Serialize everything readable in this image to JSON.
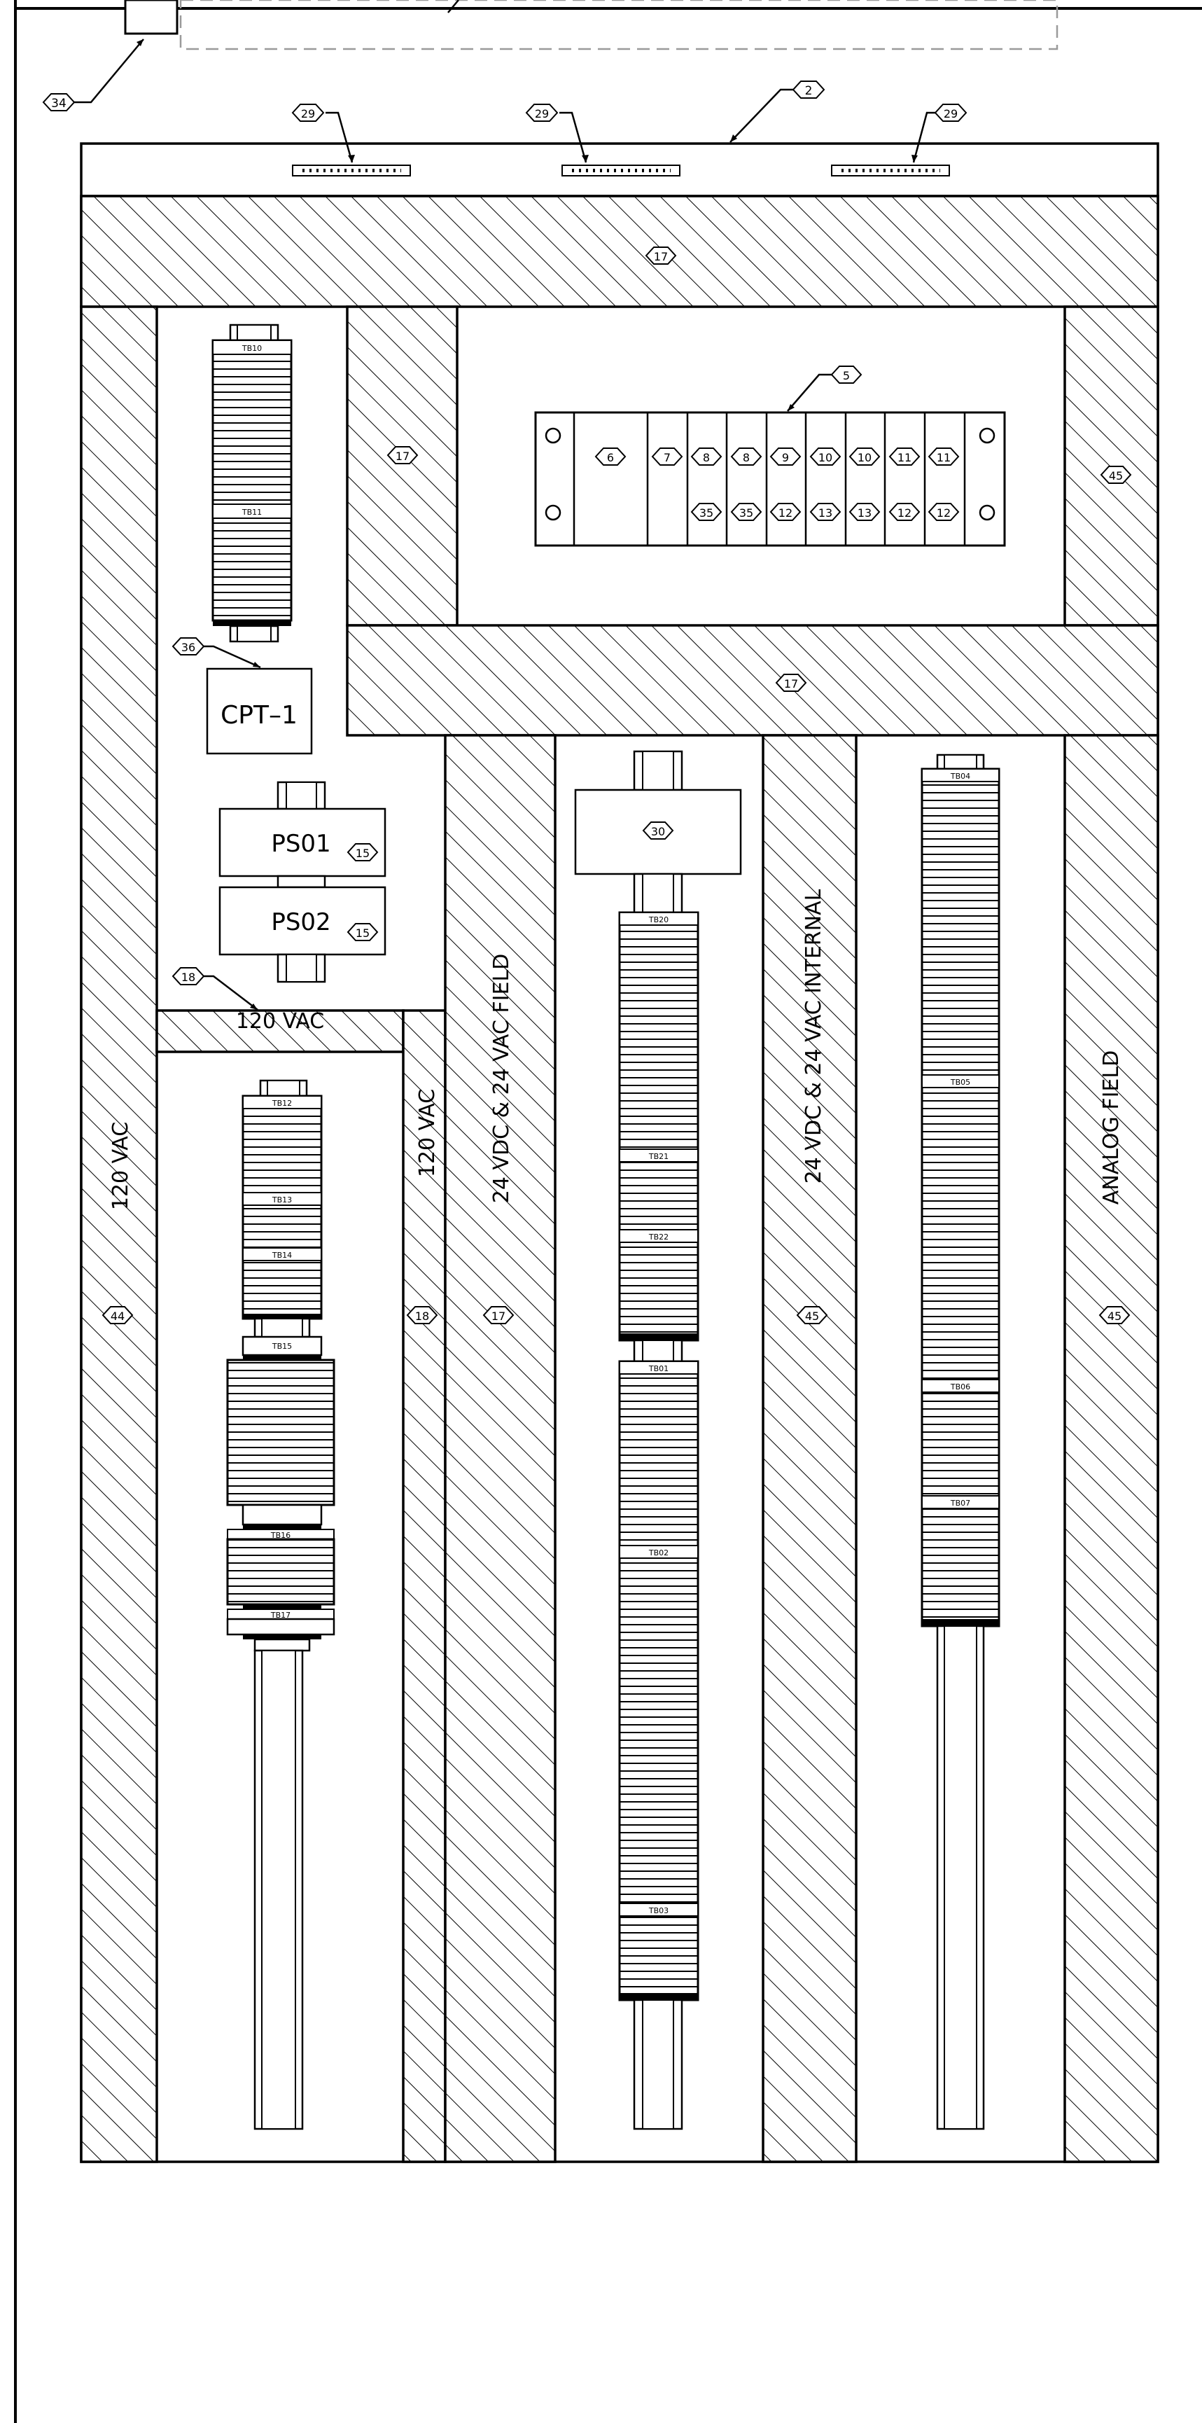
{
  "colors": {
    "line": "#000000",
    "background": "#ffffff",
    "hidden_line": "#9a9a9a"
  },
  "callouts": {
    "c34": "34",
    "c2": "2",
    "c29a": "29",
    "c29b": "29",
    "c29c": "29",
    "c17_top": "17",
    "c17_left": "17",
    "c17_mid": "17",
    "c17_field": "17",
    "c45_right_top": "45",
    "c45_internal": "45",
    "c45_analog": "45",
    "c5": "5",
    "c6": "6",
    "c7": "7",
    "c8a": "8",
    "c8b": "8",
    "c9": "9",
    "c10a": "10",
    "c10b": "10",
    "c11a": "11",
    "c11b": "11",
    "c35a": "35",
    "c35b": "35",
    "c12a": "12",
    "c13a": "13",
    "c13b": "13",
    "c12b": "12",
    "c12c": "12",
    "c36": "36",
    "c15a": "15",
    "c15b": "15",
    "c18_top": "18",
    "c18_side": "18",
    "c30": "30",
    "c44": "44"
  },
  "labels": {
    "cpt": "CPT–1",
    "ps01": "PS01",
    "ps02": "PS02",
    "vac_120_horizontal": "120  VAC",
    "vac_120_left": "120  VAC",
    "vac_120_inner": "120  VAC",
    "field_24": "24  VDC  &  24  VAC  FIELD",
    "internal_24": "24  VDC  &  24  VAC  INTERNAL",
    "analog_field": "ANALOG  FIELD"
  },
  "terminal_blocks": {
    "tb10": "TB10",
    "tb11": "TB11",
    "tb12": "TB12",
    "tb13": "TB13",
    "tb14": "TB14",
    "tb15": "TB15",
    "tb16": "TB16",
    "tb17": "TB17",
    "tb20": "TB20",
    "tb21": "TB21",
    "tb22": "TB22",
    "tb01": "TB01",
    "tb02": "TB02",
    "tb03": "TB03",
    "tb04": "TB04",
    "tb05": "TB05",
    "tb06": "TB06",
    "tb07": "TB07"
  }
}
